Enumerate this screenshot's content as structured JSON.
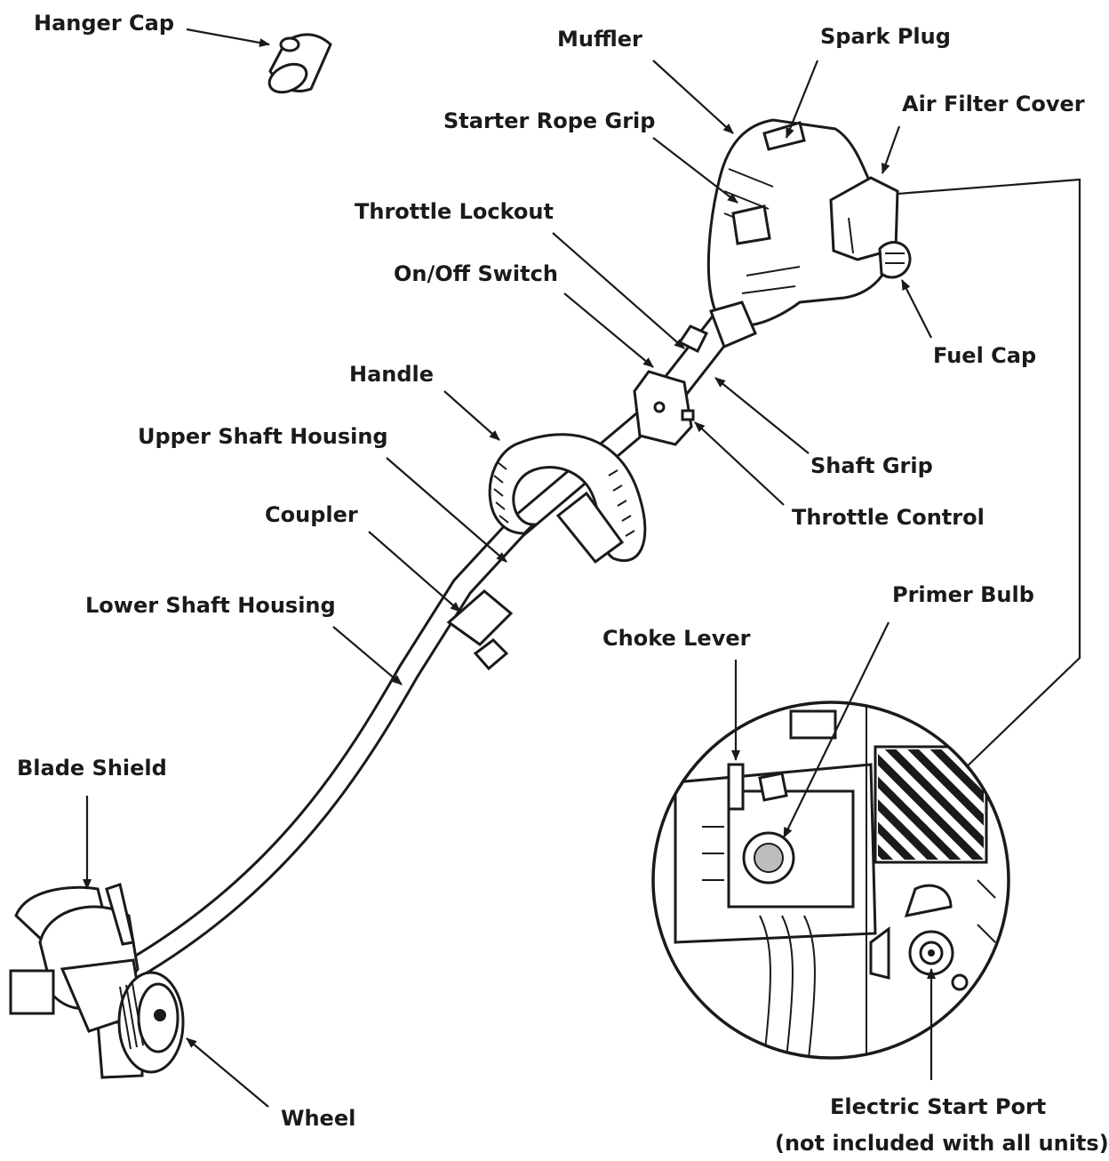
{
  "labels": {
    "hanger_cap": "Hanger Cap",
    "muffler": "Muffler",
    "spark_plug": "Spark Plug",
    "starter_rope_grip": "Starter Rope Grip",
    "air_filter_cover": "Air Filter Cover",
    "throttle_lockout": "Throttle Lockout",
    "on_off_switch": "On/Off Switch",
    "fuel_cap": "Fuel Cap",
    "handle": "Handle",
    "upper_shaft_housing": "Upper Shaft Housing",
    "shaft_grip": "Shaft Grip",
    "coupler": "Coupler",
    "throttle_control": "Throttle Control",
    "lower_shaft_housing": "Lower Shaft Housing",
    "primer_bulb": "Primer Bulb",
    "choke_lever": "Choke Lever",
    "blade_shield": "Blade Shield",
    "wheel": "Wheel",
    "electric_start_port": "Electric Start Port",
    "electric_start_note": "(not included with all units)"
  }
}
